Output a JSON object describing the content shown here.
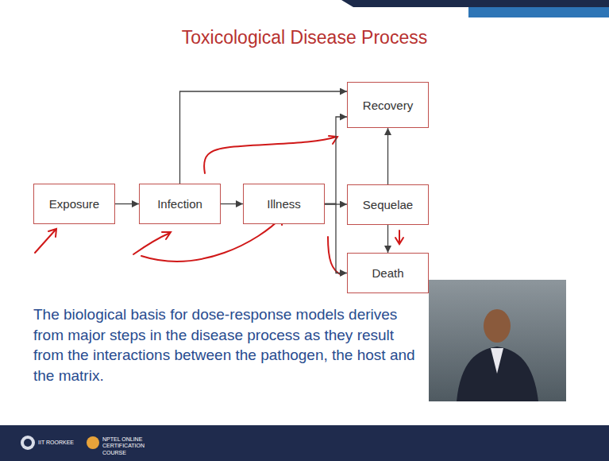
{
  "diagram": {
    "title": "Toxicological Disease Process",
    "caption": "The biological basis for dose-response models derives from major steps in the disease process as they result from the interactions between the pathogen, the host and the matrix.",
    "nodes": [
      {
        "text": [
          "Exposure"
        ]
      },
      {
        "text": [
          "Infection"
        ]
      },
      {
        "text": [
          "Illness"
        ]
      },
      {
        "text": [
          "Recovery"
        ]
      },
      {
        "text": [
          "Sequelae"
        ]
      },
      {
        "text": [
          "Death"
        ]
      }
    ],
    "edges": [
      {
        "from": 0,
        "to": 1,
        "arrow": "to"
      },
      {
        "from": 1,
        "to": 2,
        "arrow": "to"
      },
      {
        "from": 2,
        "to": 4,
        "arrow": "to"
      },
      {
        "from": 1,
        "to": 3,
        "arrow": "to"
      },
      {
        "from": 2,
        "to": 3,
        "arrow": "to"
      },
      {
        "from": 2,
        "to": 5,
        "arrow": "to"
      },
      {
        "from": 4,
        "to": 3,
        "arrow": "to"
      },
      {
        "from": 4,
        "to": 5,
        "arrow": "to"
      }
    ],
    "labels": [
      "IIT ROORKEE",
      "NPTEL ONLINE CERTIFICATION COURSE"
    ]
  }
}
